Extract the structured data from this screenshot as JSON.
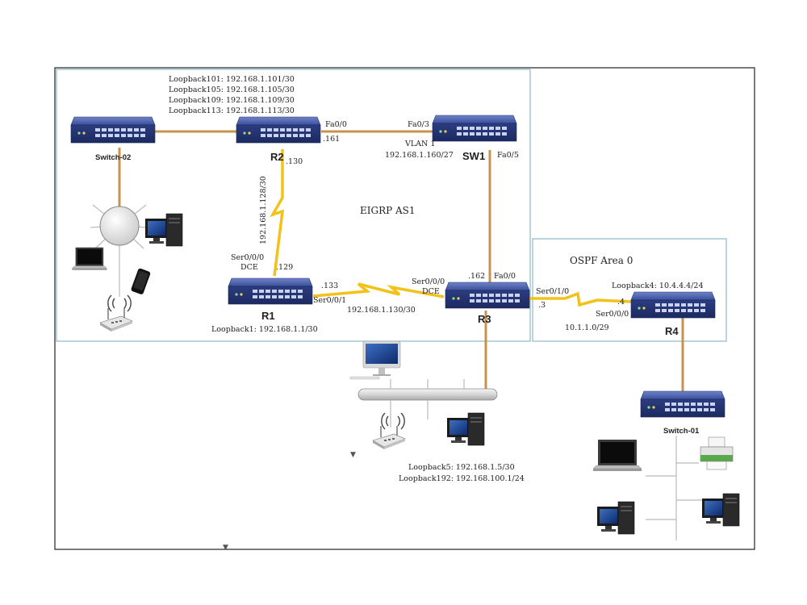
{
  "areas": {
    "eigrp": "EIGRP AS1",
    "ospf": "OSPF Area 0"
  },
  "devices": {
    "switch02": "Switch-02",
    "r2": "R2",
    "sw1": "SW1",
    "r1": "R1",
    "r3": "R3",
    "r4": "R4",
    "switch01": "Switch-01"
  },
  "r2_loopbacks": [
    "Loopback101: 192.168.1.101/30",
    "Loopback105: 192.168.1.105/30",
    "Loopback109: 192.168.1.109/30",
    "Loopback113: 192.168.1.113/30"
  ],
  "labels": {
    "r2_fa00": "Fa0/0",
    "r2_161": ".161",
    "r2_130": ".130",
    "sw1_fa03": "Fa0/3",
    "sw1_vlan": "VLAN 1",
    "sw1_vlan_ip": "192.168.1.160/27",
    "sw1_fa05": "Fa0/5",
    "r2r1_net": "192.168.1.128/30",
    "r1_ser000": "Ser0/0/0",
    "r1_dce": "DCE",
    "r1_129": ".129",
    "r1_133": ".133",
    "r1_ser001": "Ser0/0/1",
    "r1r3_net": "192.168.1.130/30",
    "r1_loopback": "Loopback1: 192.168.1.1/30",
    "r3_ser000": "Ser0/0/0",
    "r3_dce": "DCE",
    "r3_162": ".162",
    "r3_fa00": "Fa0/0",
    "r3_ser010": "Ser0/1/0",
    "r3_3": ".3",
    "r4_4": ".4",
    "r4_ser000": "Ser0/0/0",
    "r3r4_net": "10.1.1.0/29",
    "r4_loopback": "Loopback4: 10.4.4.4/24"
  },
  "r3_loopbacks": [
    "Loopback5: 192.168.1.5/30",
    "Loopback192: 192.168.100.1/24"
  ],
  "colors": {
    "link": "#c8924f",
    "serial": "#f2c21b",
    "switch_body": "#3a4f9a",
    "router_body": "#2f3f86",
    "area_border": "#8fb8c8"
  }
}
